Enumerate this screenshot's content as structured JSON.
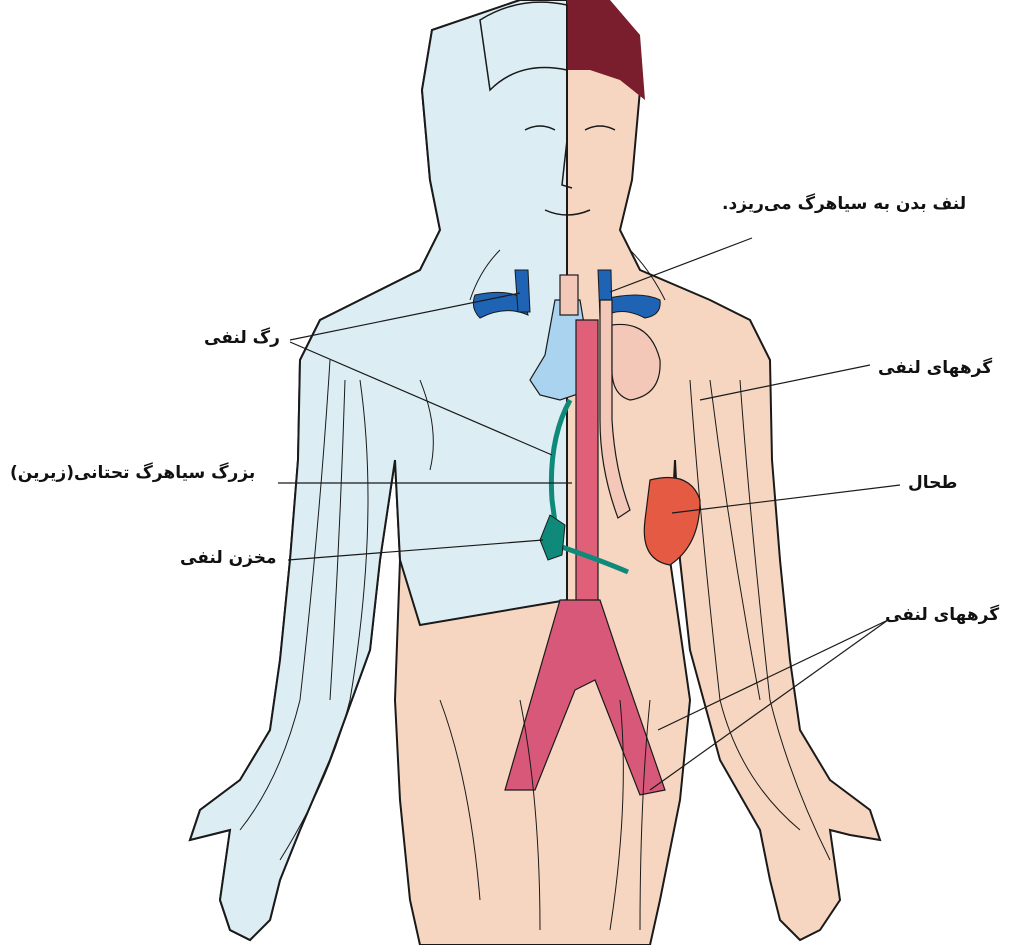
{
  "labels": {
    "lymph_drains_to_vein": "لنف بدن به سیاهرگ می‌ریزد.",
    "lymph_vessel": "رگ لنفی",
    "lymph_nodes_upper": "گرههای لنفی",
    "inferior_vena_cava": "بزرگ سیاهرگ تحتانی(زیرین)",
    "spleen": "طحال",
    "lymph_reservoir": "مخزن لنفی",
    "lymph_nodes_lower": "گرههای لنفی"
  },
  "colors": {
    "skin": "#f6d6c0",
    "pale_side": "#dceef4",
    "hair": "#7a1d2c",
    "vein_blue": "#1f63b5",
    "thymus_blue": "#a9d3ef",
    "aorta_pink": "#e0607a",
    "lymph_green": "#0f8a7a",
    "spleen_red": "#e55a43",
    "outline": "#1a1a1a"
  }
}
